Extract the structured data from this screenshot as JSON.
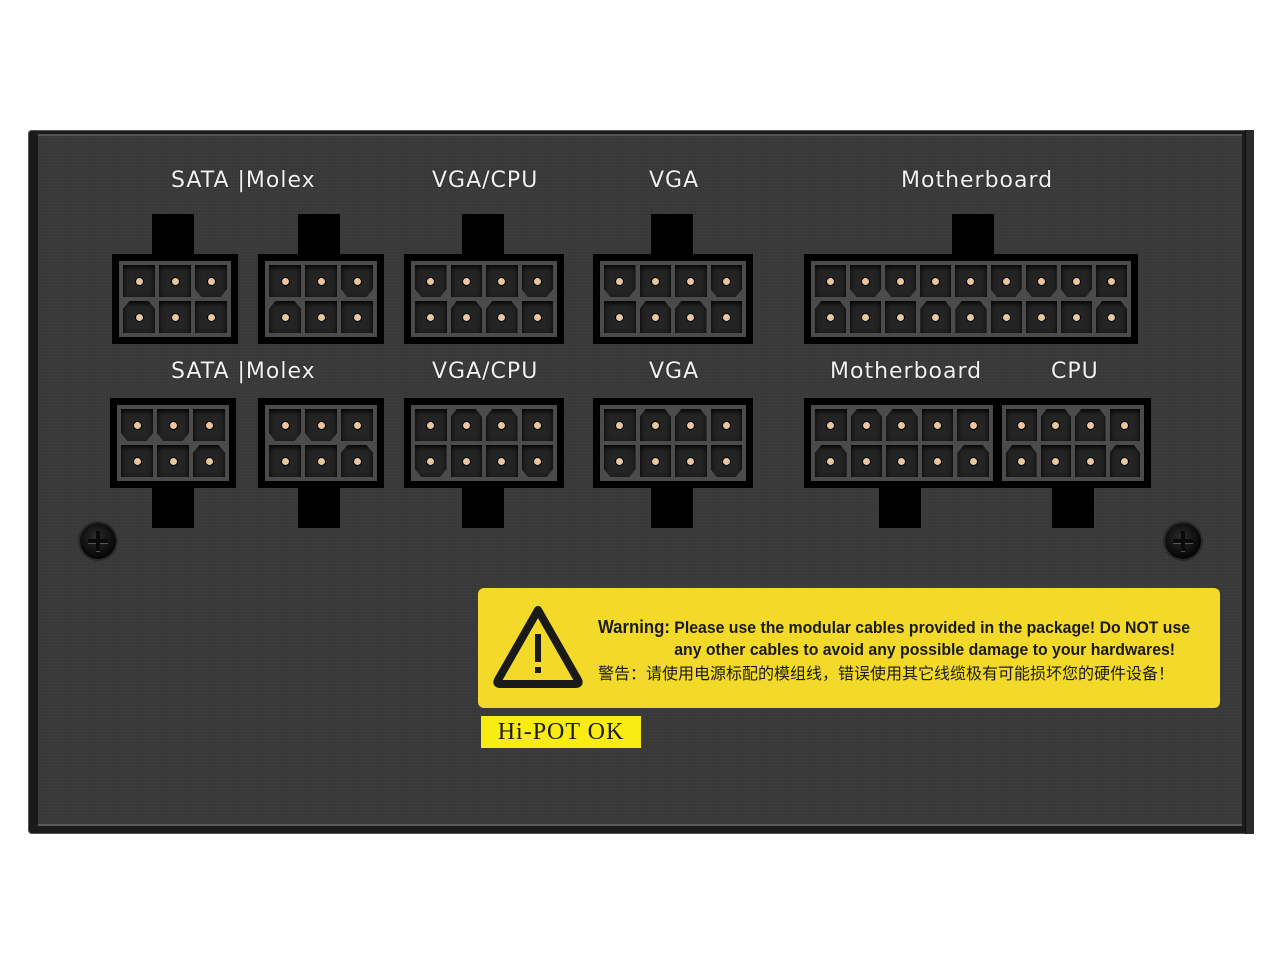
{
  "image": {
    "subject": "PSU modular connector panel",
    "colors": {
      "panel": "#383838",
      "label_text": "#f2f2f2",
      "warning_bg": "#f3da2a",
      "hipot_bg": "#f9ec12",
      "pin": "#e8c6a0"
    }
  },
  "top_row": {
    "labels": {
      "sata_molex": "SATA |Molex",
      "vga_cpu": "VGA/CPU",
      "vga": "VGA",
      "motherboard": "Motherboard"
    },
    "connectors": [
      {
        "name": "SATA/Molex 1",
        "pins": 6
      },
      {
        "name": "SATA/Molex 2",
        "pins": 6
      },
      {
        "name": "VGA/CPU",
        "pins": 8
      },
      {
        "name": "VGA",
        "pins": 8
      },
      {
        "name": "Motherboard",
        "pins": 18
      }
    ]
  },
  "bottom_row": {
    "labels": {
      "sata_molex": "SATA |Molex",
      "vga_cpu": "VGA/CPU",
      "vga": "VGA",
      "motherboard": "Motherboard",
      "cpu": "CPU"
    },
    "connectors": [
      {
        "name": "SATA/Molex 1",
        "pins": 6
      },
      {
        "name": "SATA/Molex 2",
        "pins": 6
      },
      {
        "name": "VGA/CPU",
        "pins": 8
      },
      {
        "name": "VGA",
        "pins": 8
      },
      {
        "name": "Motherboard",
        "pins": 10
      },
      {
        "name": "CPU",
        "pins": 8
      }
    ]
  },
  "warning": {
    "icon": "warning-triangle-icon",
    "prefix": "Warning:",
    "line1": " Please use the modular cables provided in the package! Do NOT use",
    "line2": "any other cables to avoid any possible damage to your hardwares!",
    "chinese": "警告：请使用电源标配的模组线，错误使用其它线缆极有可能损坏您的硬件设备！"
  },
  "hipot": {
    "label": "Hi-POT OK"
  },
  "screws": {
    "icon": "phillips-screw-icon",
    "count": 2
  }
}
